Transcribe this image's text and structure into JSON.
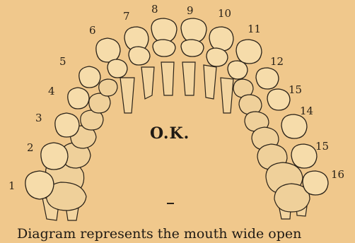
{
  "diagram": {
    "tooth_numbers": [
      "1",
      "2",
      "3",
      "4",
      "5",
      "6",
      "7",
      "8",
      "9",
      "10",
      "11",
      "12",
      "15",
      "14",
      "15",
      "16"
    ],
    "center_label": "O.K.",
    "caption": "Diagram represents the mouth wide open"
  },
  "colors": {
    "paper": "#f0c88c",
    "ink": "#2a2218"
  }
}
